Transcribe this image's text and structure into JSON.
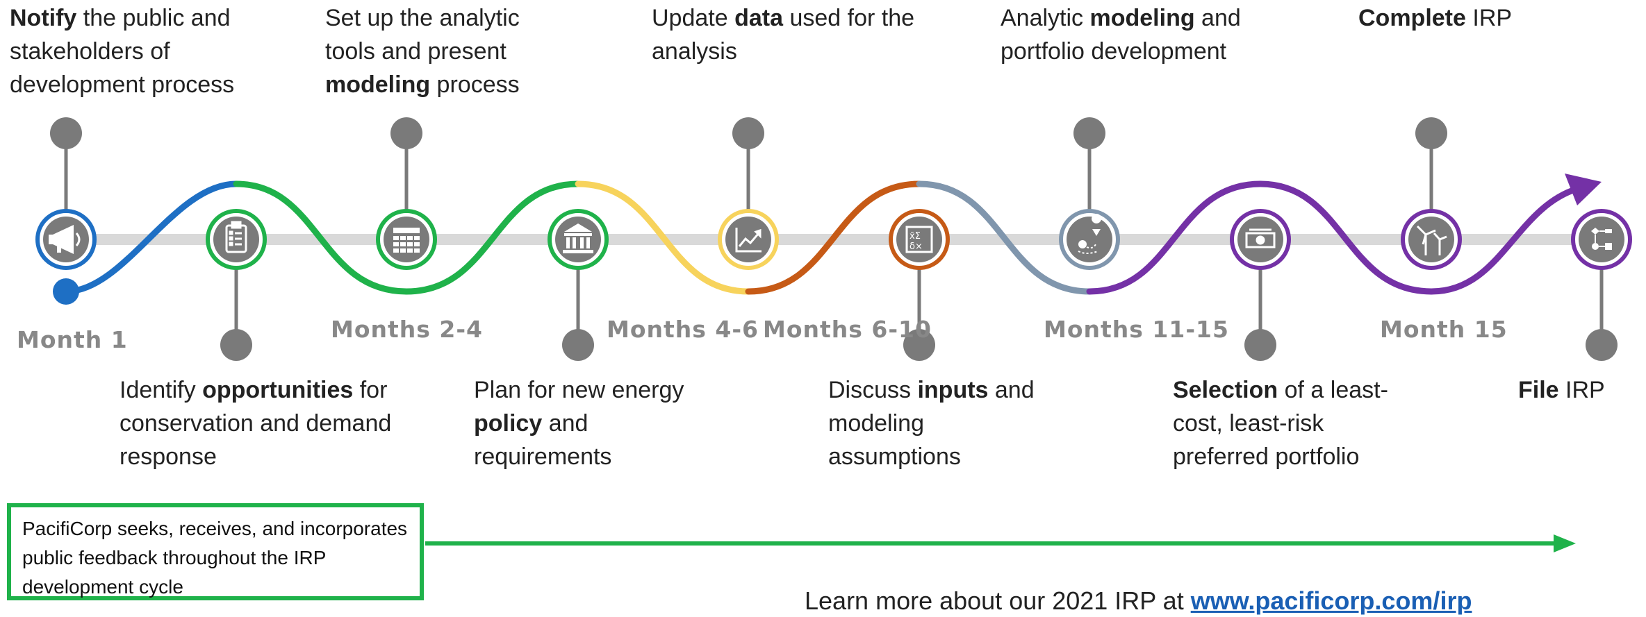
{
  "colors": {
    "gray_pin": "#7a7a7a",
    "track": "#d9d9d9",
    "blue": "#1e6fc4",
    "green": "#1fb24a",
    "yellow": "#f7d35c",
    "orange": "#c65a16",
    "slate": "#8096ad",
    "purple": "#7431a6"
  },
  "steps": [
    {
      "month": "Month 1",
      "lead": "Notify",
      "rest": " the public and stakeholders of development process",
      "icon": "megaphone-icon"
    },
    {
      "month": "",
      "lead": "",
      "rest": "Identify ",
      "bold": "opportunities",
      "tail": " for conservation and demand response",
      "icon": "clipboard-icon"
    },
    {
      "month": "Months 2-4",
      "pre": "Set up the analytic tools and present ",
      "bold": "modeling",
      "tail": " process",
      "icon": "calendar-icon"
    },
    {
      "month": "",
      "pre": "Plan for new energy ",
      "bold": "policy",
      "tail": " and requirements",
      "icon": "government-building-icon"
    },
    {
      "month": "Months 4-6",
      "pre": "Update ",
      "bold": "data",
      "tail": " used for the analysis",
      "icon": "line-chart-icon"
    },
    {
      "month": "Months 6-10",
      "pre": "Discuss ",
      "bold": "inputs",
      "tail": " and modeling assumptions",
      "icon": "math-formula-icon"
    },
    {
      "month": "Months 11-15",
      "pre": "Analytic ",
      "bold": "modeling",
      "tail": " and portfolio development",
      "icon": "route-map-icon"
    },
    {
      "month": "",
      "pre": "",
      "bold": "Selection",
      "tail": " of a least-cost, least-risk preferred portfolio",
      "icon": "money-icon"
    },
    {
      "month": "Month 15",
      "pre": "",
      "bold": "Complete",
      "tail": " IRP",
      "icon": "wind-turbine-icon"
    },
    {
      "month": "",
      "pre": "",
      "bold": "File",
      "tail": " IRP",
      "icon": "flowchart-icon"
    }
  ],
  "feedback": "PacifiCorp seeks, receives, and incorporates public feedback throughout the IRP development cycle",
  "learn_more": {
    "text": "Learn more about our 2021 IRP at ",
    "link": "www.pacificorp.com/irp"
  }
}
